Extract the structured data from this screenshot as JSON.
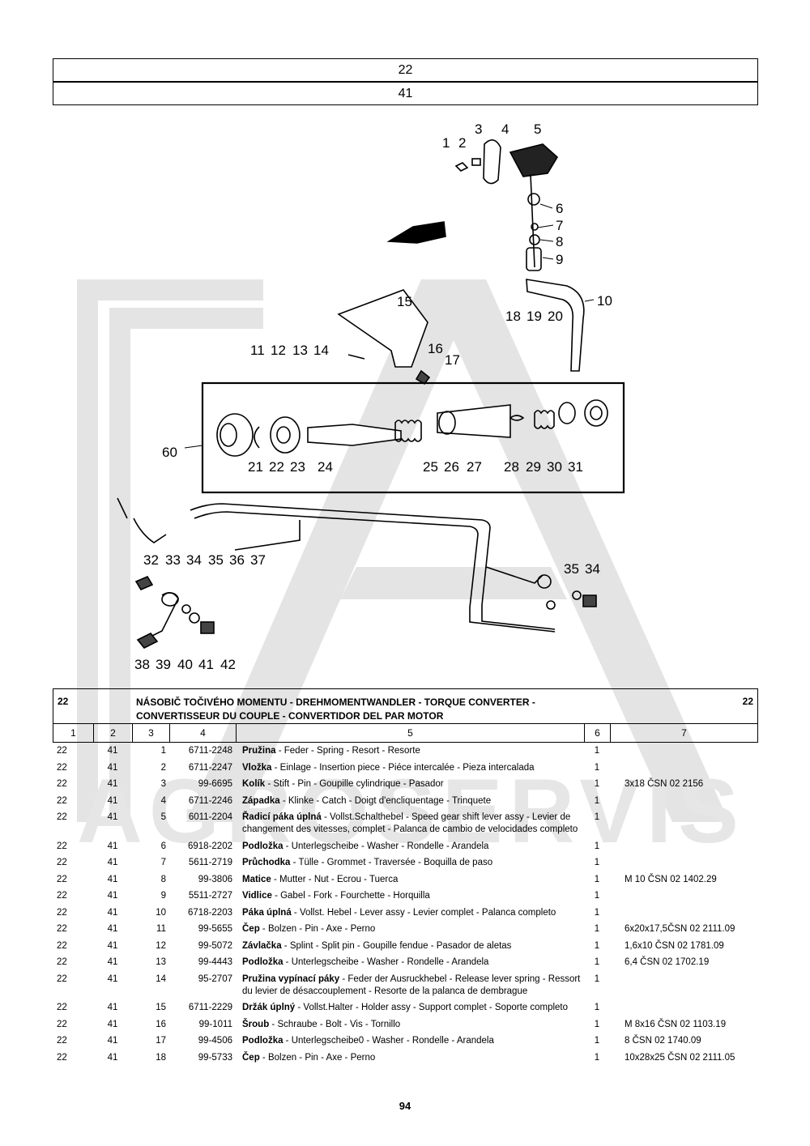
{
  "header": {
    "group": "22",
    "subgroup": "41"
  },
  "diagram": {
    "callouts": [
      "1",
      "2",
      "3",
      "4",
      "5",
      "6",
      "7",
      "8",
      "9",
      "10",
      "11",
      "12",
      "13",
      "14",
      "15",
      "16",
      "17",
      "18",
      "19",
      "20",
      "21",
      "22",
      "23",
      "24",
      "25",
      "26",
      "27",
      "28",
      "29",
      "30",
      "31",
      "32",
      "33",
      "34",
      "35",
      "36",
      "37",
      "60",
      "38",
      "39",
      "40",
      "41",
      "42"
    ],
    "callout_35": "35",
    "callout_34": "34",
    "watermark": "AGROSERVIS"
  },
  "section": {
    "group": "22",
    "title_line1": "NÁSOBIČ TOČIVÉHO MOMENTU - DREHMOMENTWANDLER - TORQUE CONVERTER -",
    "title_line2": "CONVERTISSEUR DU COUPLE - CONVERTIDOR DEL PAR MOTOR",
    "group_right": "22"
  },
  "columns": [
    "1",
    "2",
    "3",
    "4",
    "5",
    "6",
    "7"
  ],
  "rows": [
    {
      "g": "22",
      "s": "41",
      "pos": "1",
      "code": "6711-2248",
      "name": "Pružina",
      "desc": " - Feder - Spring - Resort - Resorte",
      "qty": "1",
      "note": ""
    },
    {
      "g": "22",
      "s": "41",
      "pos": "2",
      "code": "6711-2247",
      "name": "Vložka",
      "desc": " - Einlage - Insertion piece  - Piéce intercalée - Pieza intercalada",
      "qty": "1",
      "note": ""
    },
    {
      "g": "22",
      "s": "41",
      "pos": "3",
      "code": "99-6695",
      "name": "Kolík",
      "desc": " - Stift - Pin - Goupille cylindrique - Pasador",
      "qty": "1",
      "note": "3x18 ČSN 02 2156"
    },
    {
      "g": "22",
      "s": "41",
      "pos": "4",
      "code": "6711-2246",
      "name": "Západka",
      "desc": " - Klinke - Catch - Doigt d'encliquentage - Trinquete",
      "qty": "1",
      "note": ""
    },
    {
      "g": "22",
      "s": "41",
      "pos": "5",
      "code": "6011-2204",
      "name": "Řadicí páka úplná",
      "desc": " - Vollst.Schalthebel - Speed gear shift lever assy - Levier de changement des vitesses, complet - Palanca de cambio de velocidades completo",
      "qty": "1",
      "note": ""
    },
    {
      "g": "22",
      "s": "41",
      "pos": "6",
      "code": "6918-2202",
      "name": "Podložka",
      "desc": " - Unterlegscheibe - Washer - Rondelle - Arandela",
      "qty": "1",
      "note": ""
    },
    {
      "g": "22",
      "s": "41",
      "pos": "7",
      "code": "5611-2719",
      "name": "Průchodka",
      "desc": " - Tülle - Grommet - Traversée - Boquilla de paso",
      "qty": "1",
      "note": ""
    },
    {
      "g": "22",
      "s": "41",
      "pos": "8",
      "code": "99-3806",
      "name": "Matice",
      "desc": " - Mutter - Nut - Ecrou - Tuerca",
      "qty": "1",
      "note": "M 10 ČSN 02 1402.29"
    },
    {
      "g": "22",
      "s": "41",
      "pos": "9",
      "code": "5511-2727",
      "name": "Vidlice",
      "desc": " - Gabel - Fork - Fourchette - Horquilla",
      "qty": "1",
      "note": ""
    },
    {
      "g": "22",
      "s": "41",
      "pos": "10",
      "code": "6718-2203",
      "name": "Páka úplná",
      "desc": " - Vollst. Hebel - Lever assy  - Levier complet - Palanca completo",
      "qty": "1",
      "note": ""
    },
    {
      "g": "22",
      "s": "41",
      "pos": "11",
      "code": "99-5655",
      "name": "Čep",
      "desc": " - Bolzen - Pin - Axe - Perno",
      "qty": "1",
      "note": "6x20x17,5ČSN 02 2111.09"
    },
    {
      "g": "22",
      "s": "41",
      "pos": "12",
      "code": "99-5072",
      "name": "Závlačka",
      "desc": " - Splint - Split pin - Goupille fendue - Pasador de aletas",
      "qty": "1",
      "note": "1,6x10 ČSN 02 1781.09"
    },
    {
      "g": "22",
      "s": "41",
      "pos": "13",
      "code": "99-4443",
      "name": "Podložka",
      "desc": " - Unterlegscheibe - Washer - Rondelle - Arandela",
      "qty": "1",
      "note": "6,4 ČSN 02 1702.19"
    },
    {
      "g": "22",
      "s": "41",
      "pos": "14",
      "code": "95-2707",
      "name": "Pružina vypínací páky",
      "desc": " - Feder der Ausruckhebel - Release lever spring - Ressort du levier de désaccouplement - Resorte de la palanca de dembrague",
      "qty": "1",
      "note": ""
    },
    {
      "g": "22",
      "s": "41",
      "pos": "15",
      "code": "6711-2229",
      "name": "Držák úplný",
      "desc": " - Vollst.Halter - Holder assy - Support complet - Soporte completo",
      "qty": "1",
      "note": ""
    },
    {
      "g": "22",
      "s": "41",
      "pos": "16",
      "code": "99-1011",
      "name": "Šroub",
      "desc": " - Schraube - Bolt - Vis - Tornillo",
      "qty": "1",
      "note": "M 8x16 ČSN 02 1103.19"
    },
    {
      "g": "22",
      "s": "41",
      "pos": "17",
      "code": "99-4506",
      "name": "Podložka",
      "desc": " - Unterlegscheibe0 - Washer - Rondelle - Arandela",
      "qty": "1",
      "note": "8 ČSN 02 1740.09"
    },
    {
      "g": "22",
      "s": "41",
      "pos": "18",
      "code": "99-5733",
      "name": "Čep",
      "desc": " - Bolzen - Pin - Axe - Perno",
      "qty": "1",
      "note": "10x28x25 ČSN 02 2111.05"
    }
  ],
  "page_number": "94"
}
